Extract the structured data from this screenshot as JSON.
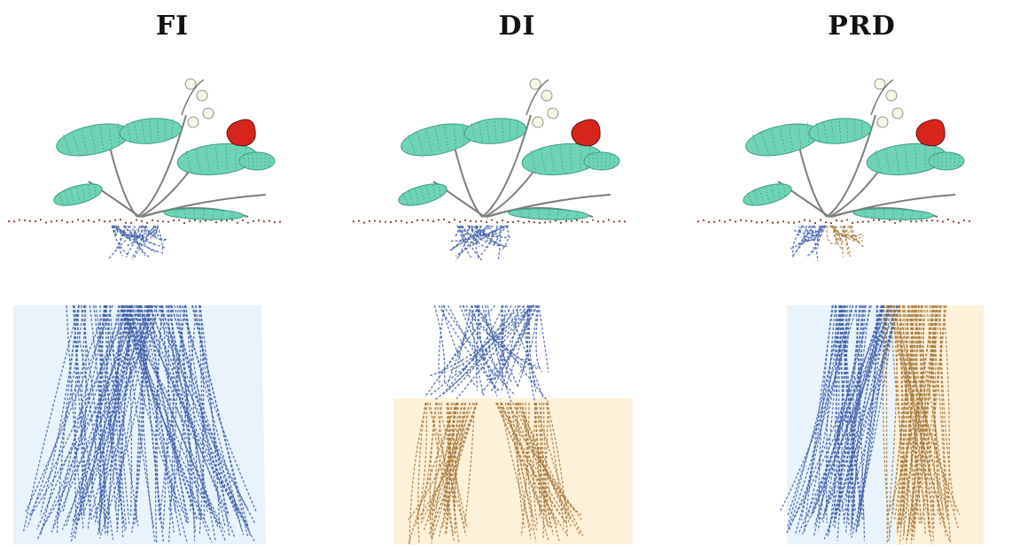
{
  "panels": [
    {
      "title": "FI",
      "upper_root": "wet",
      "lower_left": "wet",
      "lower_right": "wet"
    },
    {
      "title": "DI",
      "upper_root": "wet",
      "lower_left": "dry",
      "lower_right": "dry"
    },
    {
      "title": "PRD",
      "upper_root": "split",
      "lower_left": "wet",
      "lower_right": "dry"
    }
  ],
  "colors": {
    "leaf": "#6fd3b6",
    "leaf_vein": "#3a9c85",
    "stem": "#7a7f7a",
    "fruit": "#d8251c",
    "flower": "#f7f7e6",
    "soil_dots": "#8b3a2e",
    "wet_root": "#3e5fa8",
    "wet_zone": "#e8f3fb",
    "dry_root": "#a87a3e",
    "dry_zone": "#fdf1d8"
  }
}
